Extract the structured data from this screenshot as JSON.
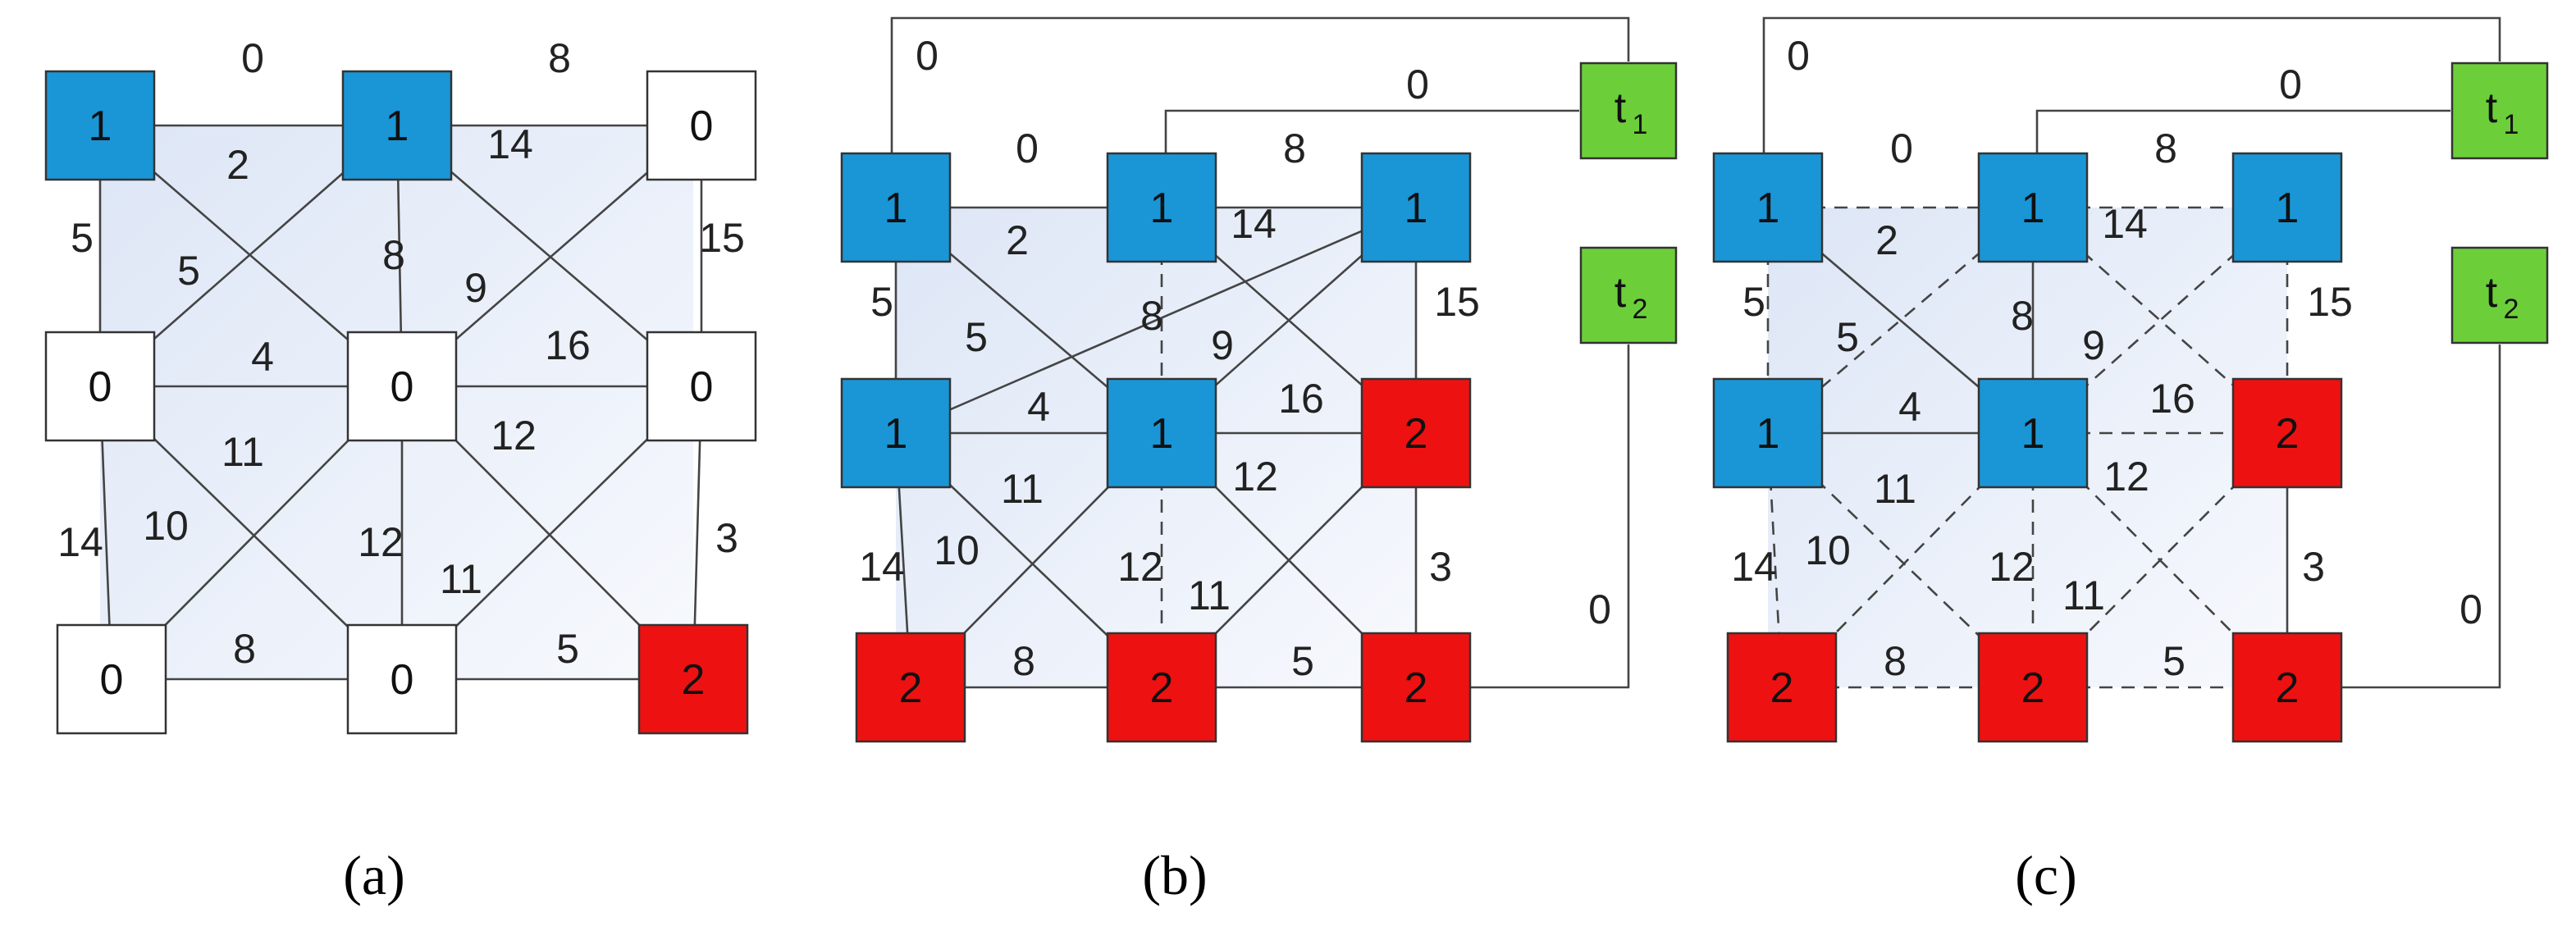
{
  "colors": {
    "blue": "#1a96d6",
    "red": "#ee1111",
    "green": "#6ccf3a",
    "white": "#ffffff",
    "stroke": "#444444",
    "bg": "#eaf0fa"
  },
  "panels": [
    {
      "id": "a",
      "caption": "(a)",
      "nodes": [
        {
          "label": "1",
          "fill": "blue"
        },
        {
          "label": "1",
          "fill": "blue"
        },
        {
          "label": "0",
          "fill": "white"
        },
        {
          "label": "0",
          "fill": "white"
        },
        {
          "label": "0",
          "fill": "white"
        },
        {
          "label": "0",
          "fill": "white"
        },
        {
          "label": "0",
          "fill": "white"
        },
        {
          "label": "0",
          "fill": "white"
        },
        {
          "label": "2",
          "fill": "red"
        }
      ],
      "edges": [
        {
          "from": 0,
          "to": 1,
          "label": "0"
        },
        {
          "from": 1,
          "to": 2,
          "label": "8"
        },
        {
          "from": 0,
          "to": 4,
          "label": "2"
        },
        {
          "from": 1,
          "to": 5,
          "label": "14"
        },
        {
          "from": 0,
          "to": 3,
          "label": "5"
        },
        {
          "from": 1,
          "to": 3,
          "label": "5"
        },
        {
          "from": 1,
          "to": 4,
          "label": "8"
        },
        {
          "from": 2,
          "to": 4,
          "label": "9"
        },
        {
          "from": 2,
          "to": 5,
          "label": "15"
        },
        {
          "from": 3,
          "to": 4,
          "label": "4"
        },
        {
          "from": 4,
          "to": 5,
          "label": "16"
        },
        {
          "from": 3,
          "to": 7,
          "label": "11"
        },
        {
          "from": 4,
          "to": 8,
          "label": "12"
        },
        {
          "from": 3,
          "to": 6,
          "label": "14"
        },
        {
          "from": 4,
          "to": 6,
          "label": "10"
        },
        {
          "from": 4,
          "to": 7,
          "label": "12"
        },
        {
          "from": 5,
          "to": 7,
          "label": "11"
        },
        {
          "from": 5,
          "to": 8,
          "label": "3"
        },
        {
          "from": 6,
          "to": 7,
          "label": "8"
        },
        {
          "from": 7,
          "to": 8,
          "label": "5"
        }
      ]
    },
    {
      "id": "b",
      "caption": "(b)",
      "nodes": [
        {
          "label": "1",
          "fill": "blue"
        },
        {
          "label": "1",
          "fill": "blue"
        },
        {
          "label": "1",
          "fill": "blue"
        },
        {
          "label": "1",
          "fill": "blue"
        },
        {
          "label": "1",
          "fill": "blue"
        },
        {
          "label": "2",
          "fill": "red"
        },
        {
          "label": "2",
          "fill": "red"
        },
        {
          "label": "2",
          "fill": "red"
        },
        {
          "label": "2",
          "fill": "red"
        }
      ],
      "terminals": [
        {
          "label": "t",
          "sub": "1"
        },
        {
          "label": "t",
          "sub": "2"
        }
      ],
      "terminal_edges": [
        {
          "label": "0"
        },
        {
          "label": "0"
        },
        {
          "label": "0"
        }
      ],
      "edges": [
        {
          "from": 0,
          "to": 1,
          "label": "0"
        },
        {
          "from": 1,
          "to": 2,
          "label": "8"
        },
        {
          "from": 0,
          "to": 4,
          "label": "2"
        },
        {
          "from": 1,
          "to": 5,
          "label": "14"
        },
        {
          "from": 0,
          "to": 3,
          "label": "5"
        },
        {
          "from": 2,
          "to": 3,
          "label": "5"
        },
        {
          "from": 1,
          "to": 4,
          "label": "8",
          "dashed": true
        },
        {
          "from": 2,
          "to": 4,
          "label": "9"
        },
        {
          "from": 2,
          "to": 5,
          "label": "15"
        },
        {
          "from": 3,
          "to": 4,
          "label": "4"
        },
        {
          "from": 4,
          "to": 5,
          "label": "16"
        },
        {
          "from": 3,
          "to": 7,
          "label": "11"
        },
        {
          "from": 4,
          "to": 8,
          "label": "12"
        },
        {
          "from": 3,
          "to": 6,
          "label": "14"
        },
        {
          "from": 4,
          "to": 6,
          "label": "10"
        },
        {
          "from": 4,
          "to": 7,
          "label": "12",
          "dashed": true
        },
        {
          "from": 5,
          "to": 7,
          "label": "11"
        },
        {
          "from": 5,
          "to": 8,
          "label": "3"
        },
        {
          "from": 6,
          "to": 7,
          "label": "8"
        },
        {
          "from": 7,
          "to": 8,
          "label": "5"
        }
      ]
    },
    {
      "id": "c",
      "caption": "(c)",
      "nodes": [
        {
          "label": "1",
          "fill": "blue"
        },
        {
          "label": "1",
          "fill": "blue"
        },
        {
          "label": "1",
          "fill": "blue"
        },
        {
          "label": "1",
          "fill": "blue"
        },
        {
          "label": "1",
          "fill": "blue"
        },
        {
          "label": "2",
          "fill": "red"
        },
        {
          "label": "2",
          "fill": "red"
        },
        {
          "label": "2",
          "fill": "red"
        },
        {
          "label": "2",
          "fill": "red"
        }
      ],
      "terminals": [
        {
          "label": "t",
          "sub": "1"
        },
        {
          "label": "t",
          "sub": "2"
        }
      ],
      "terminal_edges": [
        {
          "label": "0"
        },
        {
          "label": "0"
        },
        {
          "label": "0"
        }
      ],
      "edges": [
        {
          "from": 0,
          "to": 1,
          "label": "0",
          "dashed": true
        },
        {
          "from": 1,
          "to": 2,
          "label": "8",
          "dashed": true
        },
        {
          "from": 0,
          "to": 4,
          "label": "2"
        },
        {
          "from": 1,
          "to": 5,
          "label": "14",
          "dashed": true
        },
        {
          "from": 0,
          "to": 3,
          "label": "5",
          "dashed": true
        },
        {
          "from": 1,
          "to": 3,
          "label": "5",
          "dashed": true
        },
        {
          "from": 1,
          "to": 4,
          "label": "8"
        },
        {
          "from": 2,
          "to": 4,
          "label": "9",
          "dashed": true
        },
        {
          "from": 2,
          "to": 5,
          "label": "15",
          "dashed": true
        },
        {
          "from": 3,
          "to": 4,
          "label": "4"
        },
        {
          "from": 4,
          "to": 5,
          "label": "16",
          "dashed": true
        },
        {
          "from": 3,
          "to": 7,
          "label": "11",
          "dashed": true
        },
        {
          "from": 4,
          "to": 8,
          "label": "12",
          "dashed": true
        },
        {
          "from": 3,
          "to": 6,
          "label": "14",
          "dashed": true
        },
        {
          "from": 4,
          "to": 6,
          "label": "10",
          "dashed": true
        },
        {
          "from": 4,
          "to": 7,
          "label": "12",
          "dashed": true
        },
        {
          "from": 5,
          "to": 7,
          "label": "11",
          "dashed": true
        },
        {
          "from": 5,
          "to": 8,
          "label": "3"
        },
        {
          "from": 6,
          "to": 7,
          "label": "8",
          "dashed": true
        },
        {
          "from": 7,
          "to": 8,
          "label": "5",
          "dashed": true
        }
      ]
    }
  ]
}
